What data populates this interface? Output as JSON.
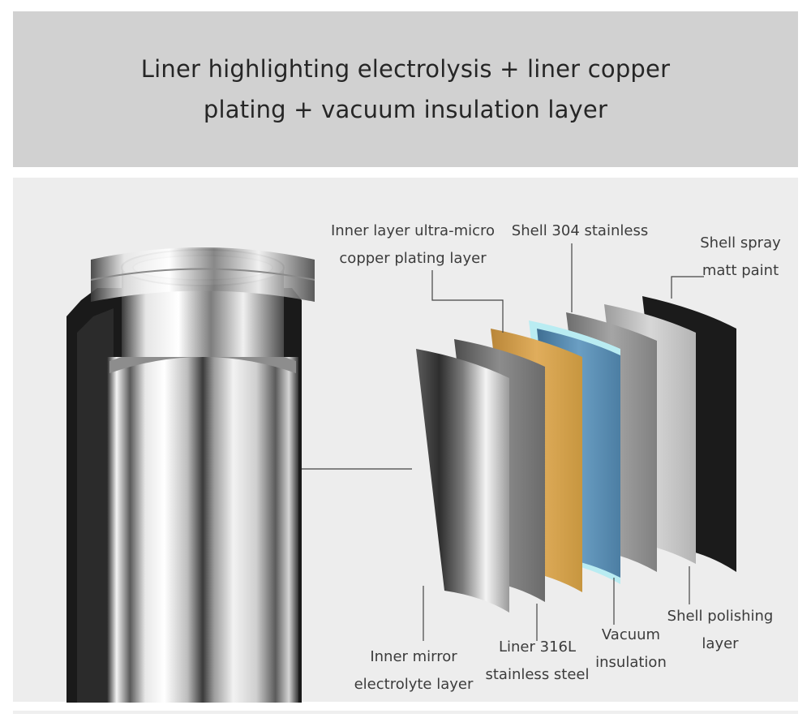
{
  "banner": {
    "line1": "Liner highlighting electrolysis + liner copper",
    "line2": "plating + vacuum insulation layer"
  },
  "labels": {
    "inner_copper": [
      "Inner layer ultra-micro",
      "copper plating layer"
    ],
    "shell_304": [
      "Shell 304 stainless"
    ],
    "shell_spray": [
      "Shell spray",
      "matt paint"
    ],
    "inner_mirror": [
      "Inner mirror",
      "electrolyte layer"
    ],
    "liner_316l": [
      "Liner 316L",
      "stainless steel"
    ],
    "vacuum": [
      "Vacuum",
      "insulation"
    ],
    "shell_polishing": [
      "Shell polishing",
      "layer"
    ]
  },
  "colors": {
    "banner_bg": "#d1d1d1",
    "panel_bg": "#ededed",
    "layer_mirror": "#6f6f6f",
    "layer_liner": "#666666",
    "layer_copper": "#d6a24e",
    "layer_vacuum_edge": "#b9ecf2",
    "layer_steel_blue": "#5a8fb4",
    "layer_shell": "#8a8a8a",
    "layer_polish": "#b3b3b3",
    "layer_paint": "#1c1c1c"
  }
}
